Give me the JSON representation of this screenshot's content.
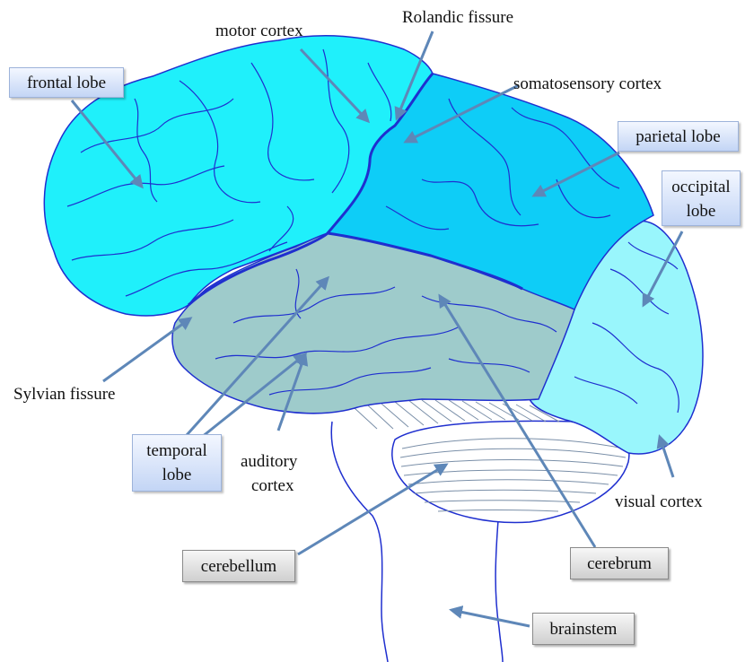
{
  "labels": {
    "motor_cortex": "motor cortex",
    "rolandic_fissure": "Rolandic fissure",
    "somatosensory_cortex": "somatosensory cortex",
    "sylvian_fissure": "Sylvian fissure",
    "auditory_cortex_1": "auditory",
    "auditory_cortex_2": "cortex",
    "visual_cortex": "visual cortex"
  },
  "boxes": {
    "frontal_lobe": "frontal lobe",
    "parietal_lobe": "parietal lobe",
    "occipital_lobe_1": "occipital",
    "occipital_lobe_2": "lobe",
    "temporal_lobe_1": "temporal",
    "temporal_lobe_2": "lobe",
    "cerebellum": "cerebellum",
    "cerebrum": "cerebrum",
    "brainstem": "brainstem"
  },
  "colors": {
    "frontal": "#1ff0fb",
    "parietal": "#0ecdf7",
    "occipital": "#99f6fc",
    "temporal": "#9ecbcb",
    "outline": "#1f2fcf",
    "arrow": "#5e87b8"
  }
}
